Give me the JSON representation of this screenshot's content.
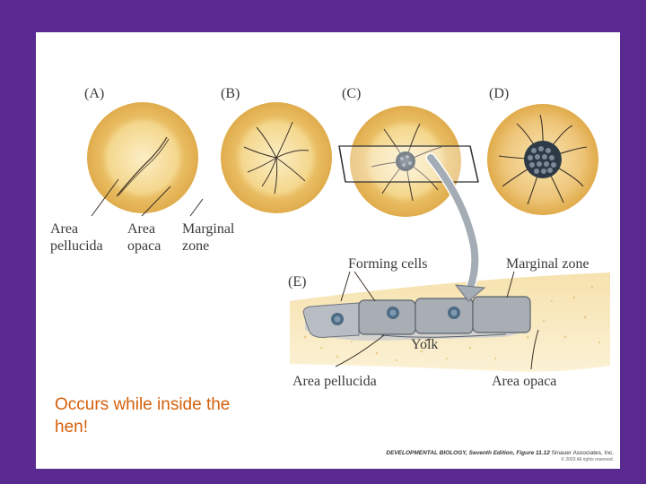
{
  "panels": {
    "a": "(A)",
    "b": "(B)",
    "c": "(C)",
    "d": "(D)",
    "e": "(E)"
  },
  "labels": {
    "area_pellucida_line1": "Area",
    "area_pellucida_line2": "pellucida",
    "area_opaca_line1": "Area",
    "area_opaca_line2": "opaca",
    "marginal_zone_line1": "Marginal",
    "marginal_zone_line2": "zone",
    "forming_cells": "Forming cells",
    "marginal_zone_e": "Marginal zone",
    "yolk": "Yolk",
    "area_pellucida_e": "Area pellucida",
    "area_opaca_e": "Area opaca"
  },
  "caption": "Occurs while inside the\nhen!",
  "credit": {
    "title": "DEVELOPMENTAL BIOLOGY, Seventh Edition, Figure 11.12",
    "publisher": "Sinauer Associates, Inc.",
    "copyright": "© 2003 All rights reserved."
  },
  "colors": {
    "background": "#5b2a90",
    "slide": "#ffffff",
    "caption_text": "#d4600c",
    "disc_outer": "#e7b760",
    "disc_inner": "#f6dd9a",
    "cells": "#9aa3ad"
  }
}
